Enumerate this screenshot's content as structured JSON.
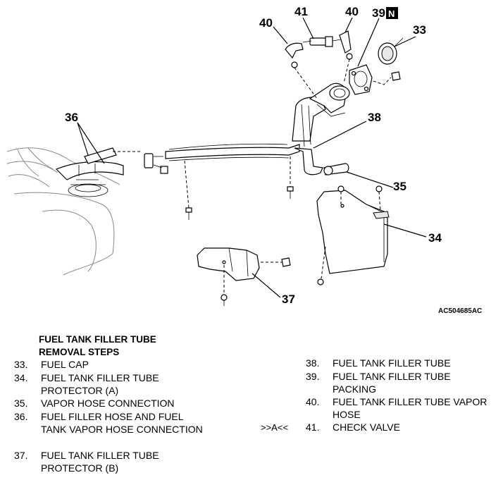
{
  "diagram": {
    "code": "AC504685AC",
    "badge": "N",
    "callouts": [
      {
        "id": "c41",
        "text": "41"
      },
      {
        "id": "c40a",
        "text": "40"
      },
      {
        "id": "c40b",
        "text": "40"
      },
      {
        "id": "c39",
        "text": "39"
      },
      {
        "id": "c33",
        "text": "33"
      },
      {
        "id": "c36",
        "text": "36"
      },
      {
        "id": "c38",
        "text": "38"
      },
      {
        "id": "c35",
        "text": "35"
      },
      {
        "id": "c34",
        "text": "34"
      },
      {
        "id": "c37",
        "text": "37"
      }
    ]
  },
  "legend": {
    "heading_line1": "FUEL TANK FILLER TUBE",
    "heading_line2": "REMOVAL STEPS",
    "steps": [
      {
        "num": "33.",
        "text": "FUEL CAP"
      },
      {
        "num": "34.",
        "text": "FUEL TANK FILLER TUBE PROTECTOR (A)"
      },
      {
        "num": "35.",
        "text": "VAPOR HOSE CONNECTION"
      },
      {
        "num": "36.",
        "text": "FUEL FILLER HOSE AND FUEL TANK VAPOR HOSE CONNECTION"
      },
      {
        "num": "37.",
        "text": "FUEL TANK FILLER TUBE PROTECTOR (B)"
      },
      {
        "num": "38.",
        "text": "FUEL TANK FILLER TUBE"
      },
      {
        "num": "39.",
        "text": "FUEL TANK FILLER TUBE PACKING"
      },
      {
        "num": "40.",
        "text": "FUEL TANK FILLER TUBE VAPOR HOSE"
      },
      {
        "num": "41.",
        "text": "CHECK VALVE"
      }
    ],
    "marker": ">>A<<"
  }
}
